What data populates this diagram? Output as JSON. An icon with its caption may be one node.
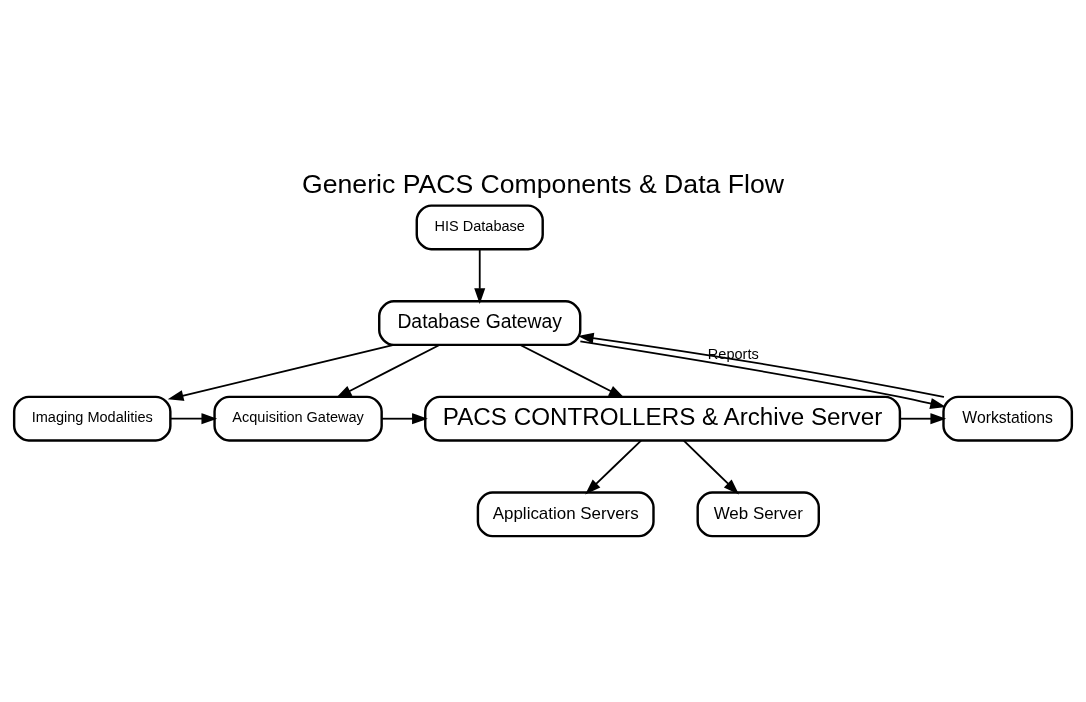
{
  "diagram": {
    "title": "Generic PACS Components & Data Flow",
    "nodes": [
      {
        "text": [
          "HIS Database"
        ]
      },
      {
        "text": [
          "Database Gateway"
        ]
      },
      {
        "text": [
          "Imaging Modalities"
        ]
      },
      {
        "text": [
          "Acquisition Gateway"
        ]
      },
      {
        "text": [
          "PACS CONTROLLERS & Archive Server"
        ]
      },
      {
        "text": [
          "Workstations"
        ]
      },
      {
        "text": [
          "Application Servers"
        ]
      },
      {
        "text": [
          "Web Server"
        ]
      }
    ],
    "edges": [
      {
        "from": 0,
        "to": 1,
        "arrow": "to"
      },
      {
        "from": 1,
        "to": 2,
        "arrow": "to"
      },
      {
        "from": 1,
        "to": 3,
        "arrow": "to"
      },
      {
        "from": 1,
        "to": 4,
        "arrow": "to"
      },
      {
        "from": 1,
        "to": 5,
        "arrow": "to"
      },
      {
        "from": 2,
        "to": 3,
        "arrow": "to"
      },
      {
        "from": 3,
        "to": 4,
        "arrow": "to"
      },
      {
        "from": 4,
        "to": 5,
        "arrow": "to"
      },
      {
        "from": 5,
        "to": 1,
        "arrow": "to",
        "label": "Reports"
      },
      {
        "from": 4,
        "to": 6,
        "arrow": "to"
      },
      {
        "from": 4,
        "to": 7,
        "arrow": "to"
      }
    ]
  }
}
